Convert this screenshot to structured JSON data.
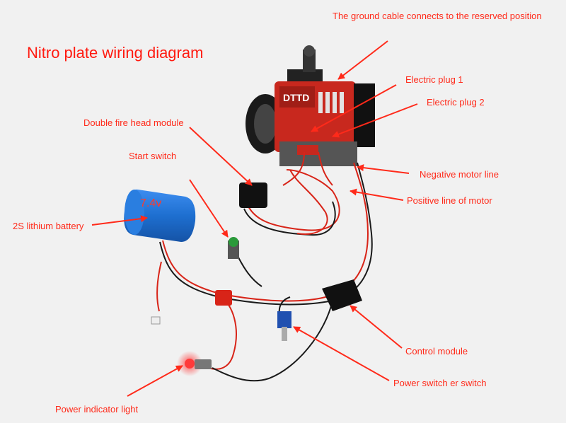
{
  "title": "Nitro plate wiring diagram",
  "battery_voltage": "7.4v",
  "engine_logo": "DTTD",
  "colors": {
    "label": "#ff2a1a",
    "arrow": "#ff2a1a",
    "wire_red": "#d82418",
    "wire_black": "#1a1a1a",
    "battery": "#1e73d6",
    "engine": "#c8281e"
  },
  "labels": {
    "ground": "The ground cable connects to the reserved position",
    "plug1": "Electric plug 1",
    "plug2": "Electric plug 2",
    "double_fire": "Double fire head module",
    "start_switch": "Start switch",
    "negative": "Negative motor line",
    "positive": "Positive line of motor",
    "battery": "2S lithium battery",
    "control": "Control module",
    "power_switch": "Power switch   er switch",
    "indicator": "Power indicator light"
  }
}
